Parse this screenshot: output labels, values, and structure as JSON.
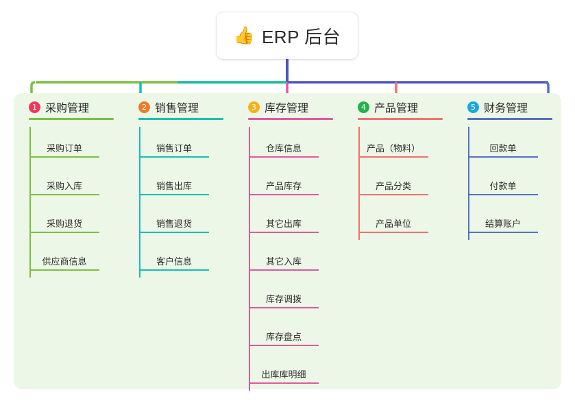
{
  "root": {
    "emoji": "👍",
    "emoji_name": "thumbs-up-icon",
    "title": "ERP 后台"
  },
  "palette": {
    "panel_bg": "#edf7e7",
    "card_bg": "#ffffff",
    "trunk": "#4a54bf",
    "bus_left": "#7ac143",
    "bus_mid": "#14b8a6",
    "bus_right": "#4a54bf"
  },
  "columns": [
    {
      "index": "1",
      "badge_color": "#f2385a",
      "line_color": "#7ac143",
      "drop_color": "#7ac143",
      "title": "采购管理",
      "items": [
        "采购订单",
        "采购入库",
        "采购退货",
        "供应商信息"
      ]
    },
    {
      "index": "2",
      "badge_color": "#f07c29",
      "line_color": "#16c0b0",
      "drop_color": "#16c0b0",
      "title": "销售管理",
      "items": [
        "销售订单",
        "销售出库",
        "销售退货",
        "客户信息"
      ]
    },
    {
      "index": "3",
      "badge_color": "#f5b315",
      "line_color": "#e4579f",
      "drop_color": "#e4579f",
      "title": "库存管理",
      "items": [
        "仓库信息",
        "产品库存",
        "其它出库",
        "其它入库",
        "库存调拨",
        "库存盘点",
        "出库库明细"
      ]
    },
    {
      "index": "4",
      "badge_color": "#22b14c",
      "line_color": "#f2706b",
      "drop_color": "#f2706b",
      "title": "产品管理",
      "items": [
        "产品（物料）",
        "产品分类",
        "产品单位"
      ]
    },
    {
      "index": "5",
      "badge_color": "#1aa7e0",
      "line_color": "#5570c9",
      "drop_color": "#5570c9",
      "title": "财务管理",
      "items": [
        "回款单",
        "付款单",
        "结算账户"
      ]
    }
  ]
}
